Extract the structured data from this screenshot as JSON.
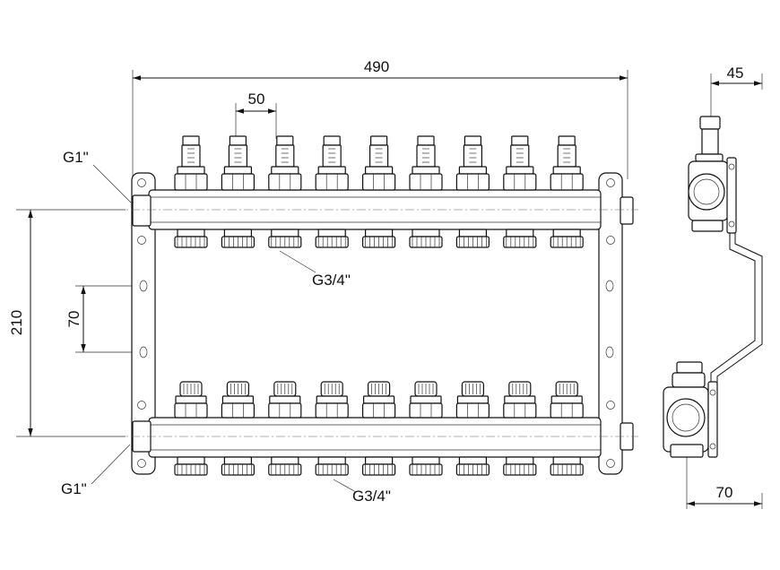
{
  "dimensions": {
    "total_width": "490",
    "circuit_spacing": "50",
    "side_depth_top": "45",
    "side_depth_bottom": "70",
    "header_spacing": "210",
    "bracket_hole_spacing": "70"
  },
  "labels": {
    "inlet_top": "G1\"",
    "inlet_bottom": "G1\"",
    "outlet_top": "G3/4\"",
    "outlet_bottom": "G3/4\""
  },
  "circuits": 9
}
